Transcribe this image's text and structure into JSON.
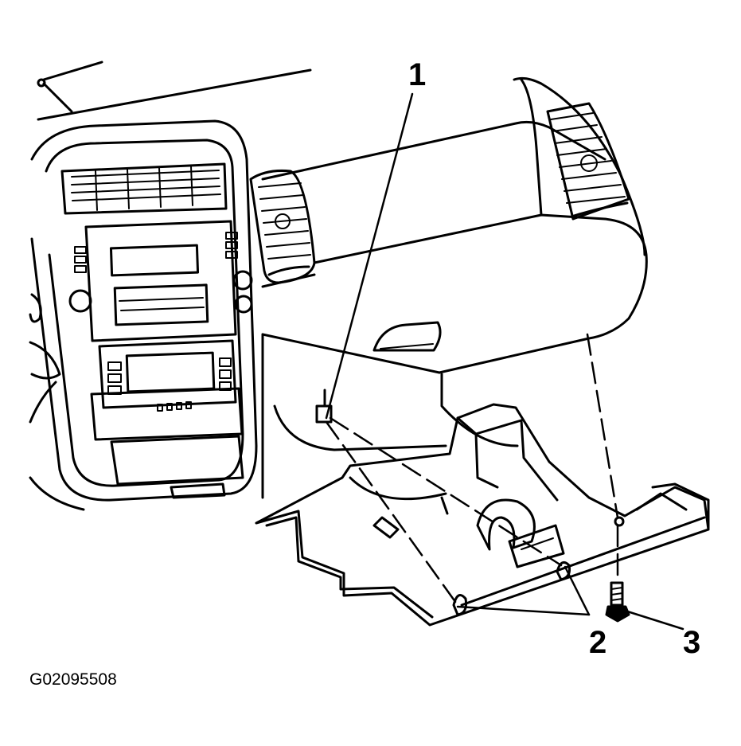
{
  "callouts": [
    {
      "id": "1",
      "label": "1"
    },
    {
      "id": "2",
      "label": "2"
    },
    {
      "id": "3",
      "label": "3"
    }
  ],
  "figure_id": "G02095508",
  "colors": {
    "ink": "#000000",
    "paper": "#ffffff"
  }
}
